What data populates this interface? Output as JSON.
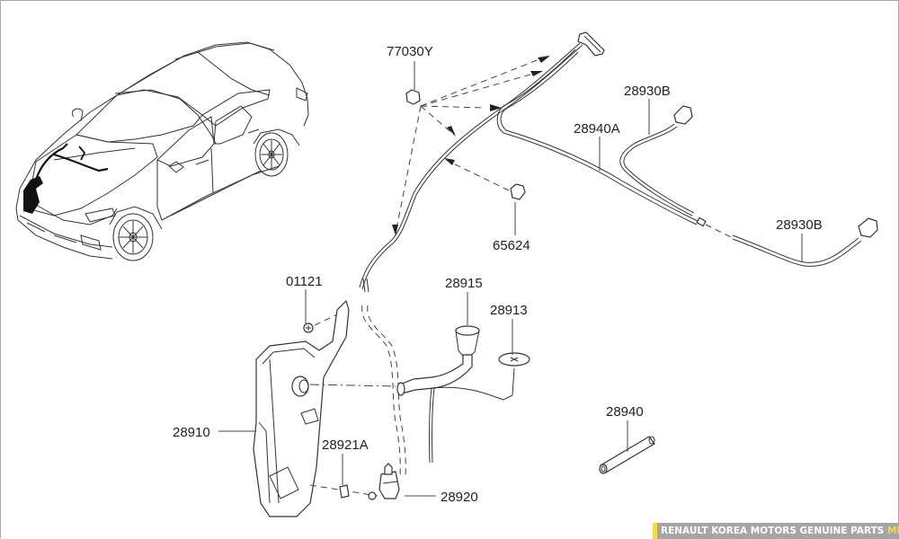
{
  "diagram": {
    "title": "Windshield washer system exploded parts diagram",
    "parts": [
      {
        "id": "77030Y",
        "label": "77030Y",
        "description": "washer nozzle clip"
      },
      {
        "id": "28930B-upper",
        "label": "28930B",
        "description": "washer nozzle with hose"
      },
      {
        "id": "28940A",
        "label": "28940A",
        "description": "washer hose assembly"
      },
      {
        "id": "28930B-lower",
        "label": "28930B",
        "description": "washer nozzle with hose"
      },
      {
        "id": "65624",
        "label": "65624",
        "description": "hose clip"
      },
      {
        "id": "01121",
        "label": "01121",
        "description": "bolt"
      },
      {
        "id": "28915",
        "label": "28915",
        "description": "filler neck"
      },
      {
        "id": "28913",
        "label": "28913",
        "description": "filler cap"
      },
      {
        "id": "28910",
        "label": "28910",
        "description": "washer reservoir tank"
      },
      {
        "id": "28921A",
        "label": "28921A",
        "description": "pump grommet"
      },
      {
        "id": "28920",
        "label": "28920",
        "description": "washer pump"
      },
      {
        "id": "28940",
        "label": "28940",
        "description": "hose"
      }
    ],
    "vehicle_illustration": "car-outline",
    "colors": {
      "line": "#333333",
      "frame": "#a8a8a8",
      "footer_bg": "#a5a5a5",
      "footer_accent": "#f2d94e"
    }
  },
  "footer": {
    "text": "RENAULT KOREA MOTORS GENUINE PARTS ",
    "brand": "MRSZONE"
  }
}
